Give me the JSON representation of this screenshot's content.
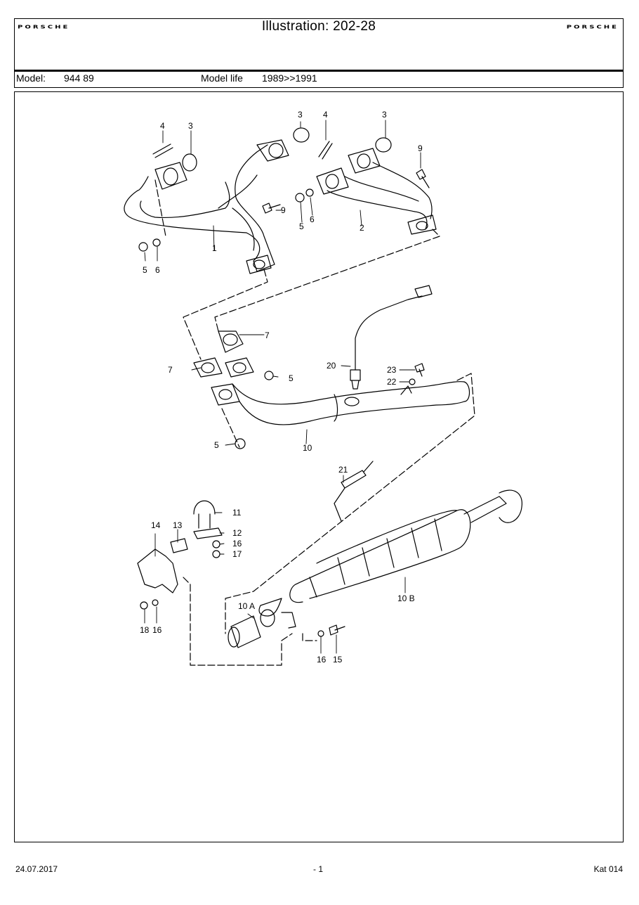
{
  "header": {
    "title": "Illustration: 202-28",
    "logo_left": "PORSCHE",
    "logo_right": "PORSCHE",
    "model_label": "Model:",
    "model_value": "944 89",
    "model_life_label": "Model life",
    "model_life_value": "1989>>1991"
  },
  "parts": {
    "p1": "1",
    "p2": "2",
    "p3a": "3",
    "p3b": "3",
    "p3c": "3",
    "p4a": "4",
    "p4b": "4",
    "p5a": "5",
    "p5b": "5",
    "p5c": "5",
    "p5d": "5",
    "p6a": "6",
    "p6b": "6",
    "p7a": "7",
    "p7b": "7",
    "p9a": "9",
    "p9b": "9",
    "p10": "10",
    "p10a": "10 A",
    "p10b": "10 B",
    "p11": "11",
    "p12": "12",
    "p13": "13",
    "p14": "14",
    "p15": "15",
    "p16a": "16",
    "p16b": "16",
    "p16c": "16",
    "p17": "17",
    "p18": "18",
    "p20": "20",
    "p21": "21",
    "p22": "22",
    "p23": "23"
  },
  "footer": {
    "date": "24.07.2017",
    "page": "- 1",
    "catalog": "Kat 014"
  }
}
